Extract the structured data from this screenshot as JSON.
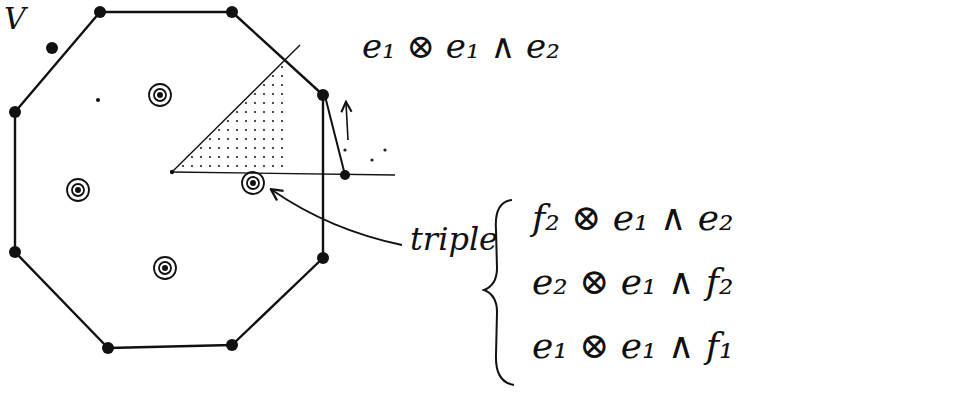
{
  "diagram": {
    "labels": [
      "V",
      "e₁ ⊗ e₁ ∧ e₂",
      "triple",
      "f₂ ⊗ e₁ ∧ e₂",
      "e₂ ⊗ e₁ ∧ f₂",
      "e₁ ⊗ e₁ ∧ f₁"
    ]
  }
}
